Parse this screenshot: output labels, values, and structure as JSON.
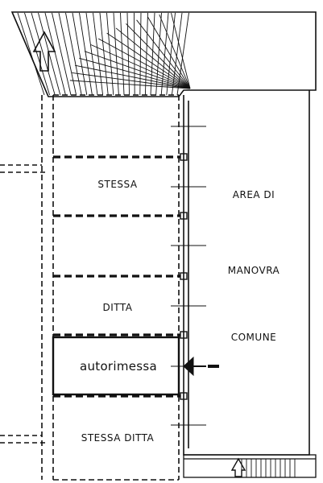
{
  "plan": {
    "title": "",
    "labels": {
      "stessa": "STESSA",
      "ditta": "DITTA",
      "autorimessa": "autorimessa",
      "stessa_ditta": "STESSA DITTA",
      "area_di": "AREA DI",
      "manovra": "MANOVRA",
      "comune": "COMUNE"
    },
    "colors": {
      "line": "#111111",
      "background": "#ffffff"
    },
    "icons": {
      "ramp_arrow": "up-arrow-icon",
      "entrance_arrow": "arrow-left-icon",
      "stair_arrow": "up-arrow-icon"
    }
  }
}
